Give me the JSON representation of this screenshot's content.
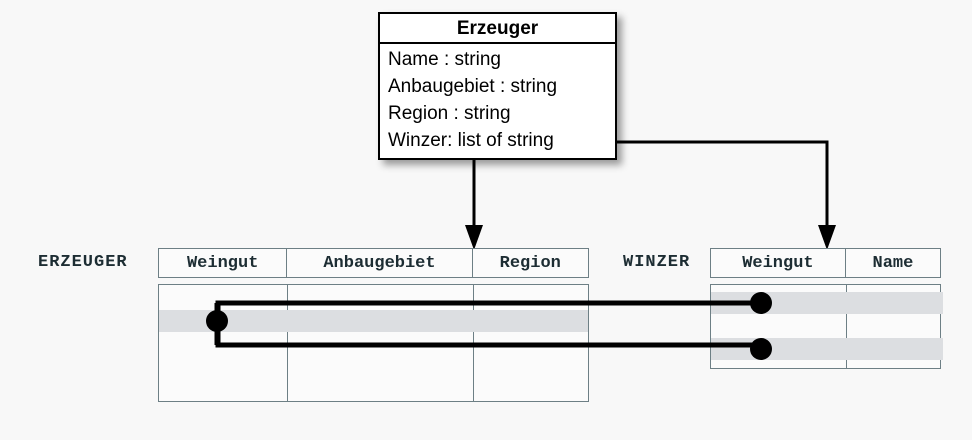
{
  "diagram": {
    "uml_class": {
      "title": "Erzeuger",
      "attributes": [
        "Name : string",
        "Anbaugebiet : string",
        "Region : string",
        "Winzer: list of string"
      ]
    },
    "tables": [
      {
        "label": "ERZEUGER",
        "columns": [
          "Weingut",
          "Anbaugebiet",
          "Region"
        ],
        "row_count": 4,
        "highlighted_rows": [
          2
        ]
      },
      {
        "label": "WINZER",
        "columns": [
          "Weingut",
          "Name"
        ],
        "row_count": 3,
        "highlighted_rows": [
          1,
          3
        ]
      }
    ],
    "colors": {
      "line": "#000000",
      "table_border": "#6d7f85",
      "highlight": "#dcdee1",
      "background": "#f8f8f8",
      "box_fill": "#ffffff"
    },
    "connectors": {
      "arrow_to_erzeuger": "arrow-down-icon",
      "arrow_to_winzer": "arrow-down-icon",
      "elbow_winzer": "elbow-connector",
      "link_bracket": "row-link-bracket"
    }
  }
}
